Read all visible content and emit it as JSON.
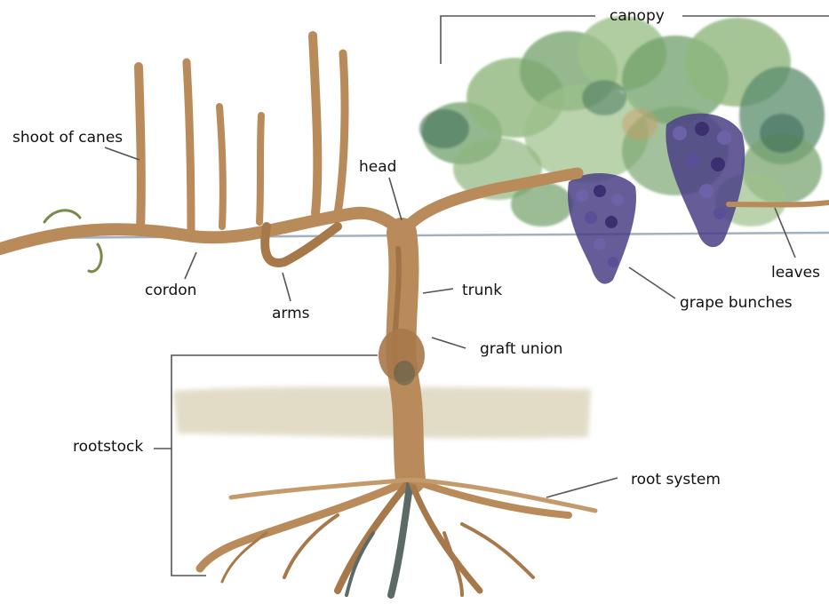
{
  "labels": {
    "canopy": "canopy",
    "shoot_of_canes": "shoot of canes",
    "head": "head",
    "cordon": "cordon",
    "arms": "arms",
    "trunk": "trunk",
    "graft_union": "graft union",
    "leaves": "leaves",
    "grape_bunches": "grape bunches",
    "rootstock": "rootstock",
    "root_system": "root system"
  },
  "colors": {
    "wood": "#b98a5a",
    "wood_dark": "#8e6438",
    "leaf_light": "#9cc08a",
    "leaf_mid": "#6f9f6a",
    "leaf_dark": "#3f6f57",
    "grape": "#4a3f86",
    "ground": "#ddd7bd",
    "wire": "#8a9db0",
    "leader_line": "#555555"
  }
}
